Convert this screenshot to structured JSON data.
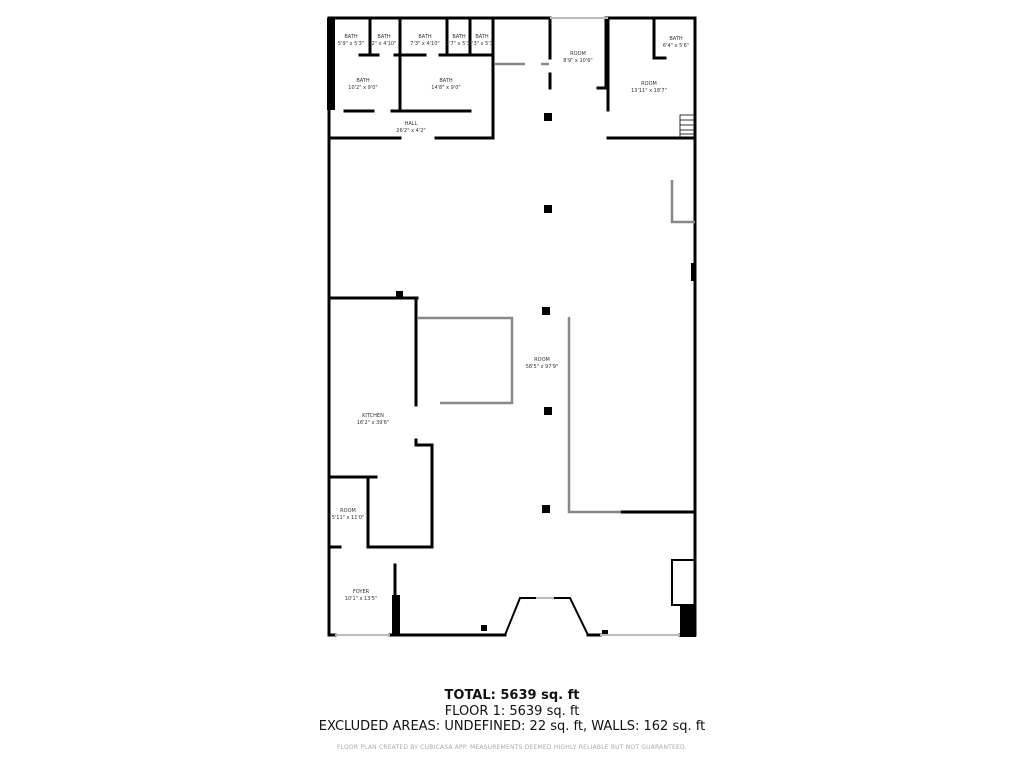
{
  "rooms": [
    {
      "name": "BATH",
      "dims": "5'9\" x 5'3\""
    },
    {
      "name": "BATH",
      "dims": "2\" x 4'10\""
    },
    {
      "name": "BATH",
      "dims": "7'3\" x 4'10\""
    },
    {
      "name": "BATH",
      "dims": "3'7\" x 5'3\""
    },
    {
      "name": "BATH",
      "dims": "3'3\" x 5'3\""
    },
    {
      "name": "ROOM",
      "dims": "8'9\" x 10'6\""
    },
    {
      "name": "BATH",
      "dims": "6'4\" x 5'6\""
    },
    {
      "name": "BATH",
      "dims": "10'2\" x 9'0\""
    },
    {
      "name": "BATH",
      "dims": "14'8\" x 9'0\""
    },
    {
      "name": "ROOM",
      "dims": "13'11\" x 18'7\""
    },
    {
      "name": "HALL",
      "dims": "26'2\" x 4'2\""
    },
    {
      "name": "ROOM",
      "dims": "58'5\" x 97'9\""
    },
    {
      "name": "KITCHEN",
      "dims": "16'2\" x 39'6\""
    },
    {
      "name": "ROOM",
      "dims": "5'11\" x 11'0\""
    },
    {
      "name": "FOYER",
      "dims": "10'1\" x 13'5\""
    }
  ],
  "summary": {
    "total": "TOTAL: 5639 sq. ft",
    "floor": "FLOOR 1: 5639 sq. ft",
    "excluded": "EXCLUDED AREAS: UNDEFINED: 22 sq. ft, WALLS: 162 sq. ft",
    "disclaimer": "FLOOR PLAN CREATED BY CUBICASA APP. MEASUREMENTS DEEMED HIGHLY RELIABLE BUT NOT GUARANTEED."
  },
  "colors": {
    "wall": "#000000",
    "thin_wall": "#888888",
    "window": "#bbbbbb"
  }
}
